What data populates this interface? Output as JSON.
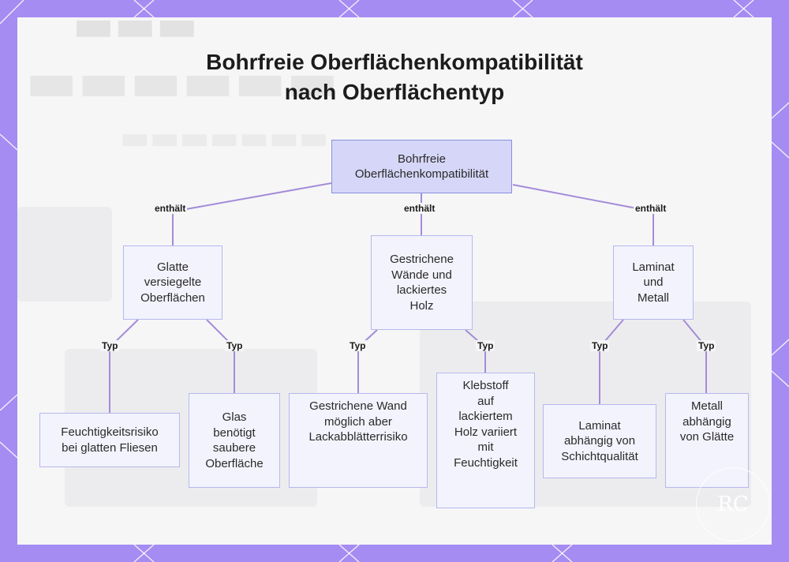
{
  "diagram": {
    "title_line1": "Bohrfreie Oberflächenkompatibilität",
    "title_line2": "nach Oberflächentyp",
    "nodes": {
      "root": {
        "lines": [
          "Bohrfreie",
          "Oberflächenkompatibilität"
        ]
      },
      "smooth": {
        "lines": [
          "Glatte",
          "versiegelte",
          "Oberflächen"
        ]
      },
      "painted": {
        "lines": [
          "Gestrichene",
          "Wände und",
          "lackiertes",
          "Holz"
        ]
      },
      "laminate": {
        "lines": [
          "Laminat",
          "und",
          "Metall"
        ]
      },
      "tiles": {
        "lines": [
          "Feuchtigkeitsrisiko",
          "bei glatten Fliesen"
        ]
      },
      "glass": {
        "lines": [
          "Glas",
          "benötigt",
          "saubere",
          "Oberfläche"
        ]
      },
      "wall": {
        "lines": [
          "Gestrichene Wand",
          "möglich aber",
          "Lackabblätterrisiko"
        ]
      },
      "wood": {
        "lines": [
          "Klebstoff",
          "auf",
          "lackiertem",
          "Holz variiert",
          "mit",
          "Feuchtigkeit"
        ]
      },
      "laminate_q": {
        "lines": [
          "Laminat",
          "abhängig von",
          "Schichtqualität"
        ]
      },
      "metal": {
        "lines": [
          "Metall",
          "abhängig",
          "von Glätte"
        ]
      }
    },
    "edge_labels": {
      "contains_1": "enthält",
      "contains_2": "enthält",
      "contains_3": "enthält",
      "type_1": "Typ",
      "type_2": "Typ",
      "type_3": "Typ",
      "type_4": "Typ",
      "type_5": "Typ",
      "type_6": "Typ"
    },
    "colors": {
      "frame": "#a48cf2",
      "edge": "#a48cd8",
      "node_border": "#b6b8ee",
      "root_fill": "#d6d6f8"
    },
    "logo_text": "RC"
  }
}
